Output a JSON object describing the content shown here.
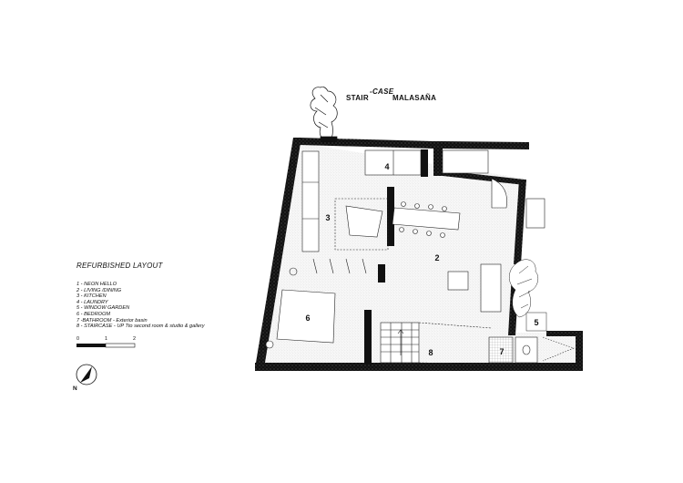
{
  "title": {
    "part1": "STAIR",
    "part2": "-CASE",
    "part3": "MALASAÑA"
  },
  "legend": {
    "heading": "REFURBISHED LAYOUT",
    "items": [
      "1 - NEON HELLO",
      "2 - LIVING /DINING",
      "3 - KITCHEN",
      "4 - LAUNDRY",
      "5 - WINDOW GARDEN",
      "6 - BEDROOM",
      "7 -BATHROOM - Exterior basin",
      "8 - STAIRCASE - UP Tto second room & studio & gallery"
    ]
  },
  "scale": {
    "labels": [
      "0",
      "1",
      "2"
    ]
  },
  "compass": {
    "label": "N"
  },
  "rooms": {
    "laundry": "4",
    "living": "2",
    "kitchen": "3",
    "bedroom": "6",
    "garden": "5",
    "bathroom": "7",
    "staircase": "8"
  },
  "colors": {
    "wall": "#111111",
    "floor": "#f2f2f2",
    "ink": "#111111"
  }
}
